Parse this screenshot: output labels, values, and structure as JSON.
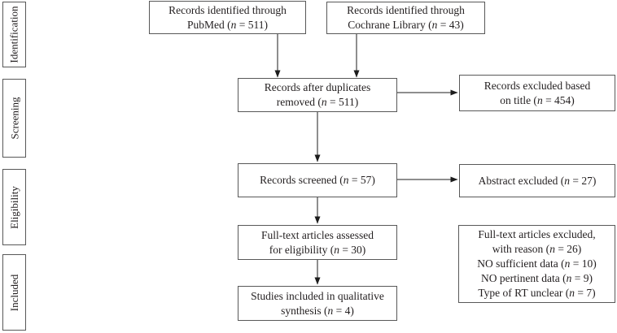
{
  "n": "n",
  "sidebar": {
    "stages": [
      {
        "label": "Identification"
      },
      {
        "label": "Screening"
      },
      {
        "label": "Eligibility"
      },
      {
        "label": "Included"
      }
    ]
  },
  "flow": {
    "identified_pubmed": {
      "l1": "Records identified through",
      "l2a": "PubMed (",
      "l2b": " = 511)"
    },
    "identified_cochrane": {
      "l1": "Records identified through",
      "l2a": "Cochrane Library (",
      "l2b": " = 43)"
    },
    "duplicates_removed": {
      "l1": "Records after duplicates",
      "l2a": "removed (",
      "l2b": " = 511)"
    },
    "excluded_title": {
      "l1": "Records excluded based",
      "l2a": "on title (",
      "l2b": " = 454)"
    },
    "screened": {
      "l1a": "Records screened (",
      "l1b": " = 57)"
    },
    "excluded_abstract": {
      "l1a": "Abstract excluded (",
      "l1b": " = 27)"
    },
    "fulltext_assessed": {
      "l1": "Full-text articles assessed",
      "l2a": "for eligibility (",
      "l2b": " = 30)"
    },
    "fulltext_excluded": {
      "l1": "Full-text articles excluded,",
      "l2a": "with reason (",
      "l2b": " = 26)",
      "l3a": "NO sufficient data (",
      "l3b": " = 10)",
      "l4a": "NO pertinent data (",
      "l4b": " = 9)",
      "l5a": "Type of RT unclear (",
      "l5b": " = 7)"
    },
    "included_qualitative": {
      "l1": "Studies included in qualitative",
      "l2a": "synthesis (",
      "l2b": " = 4)"
    }
  },
  "colors": {
    "background": "#ffffff",
    "box_border": "#585858",
    "text": "#221e1f",
    "arrow": "#1c1c1c"
  }
}
